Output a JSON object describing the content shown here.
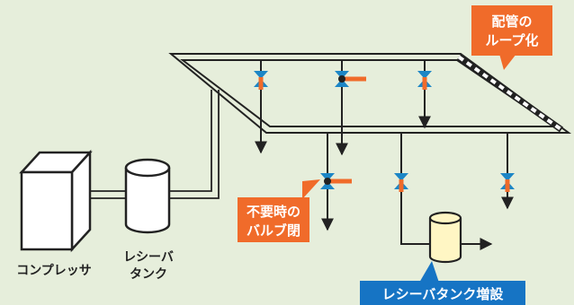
{
  "labels": {
    "compressor": "コンプレッサ",
    "receiver_tank_line1": "レシーバ",
    "receiver_tank_line2": "タンク",
    "callout_loop_line1": "配管の",
    "callout_loop_line2": "ループ化",
    "callout_valve_line1": "不要時の",
    "callout_valve_line2": "バルブ閉",
    "callout_tank_add": "レシーバタンク増設"
  },
  "colors": {
    "background": "#e6eedb",
    "callout_orange": "#f06b2a",
    "callout_blue": "#1674c4",
    "valve_blue": "#1c86c6",
    "valve_stem_orange": "#f06b2a",
    "pipe_line": "#222222",
    "added_tank_fill": "#fff6c4"
  }
}
